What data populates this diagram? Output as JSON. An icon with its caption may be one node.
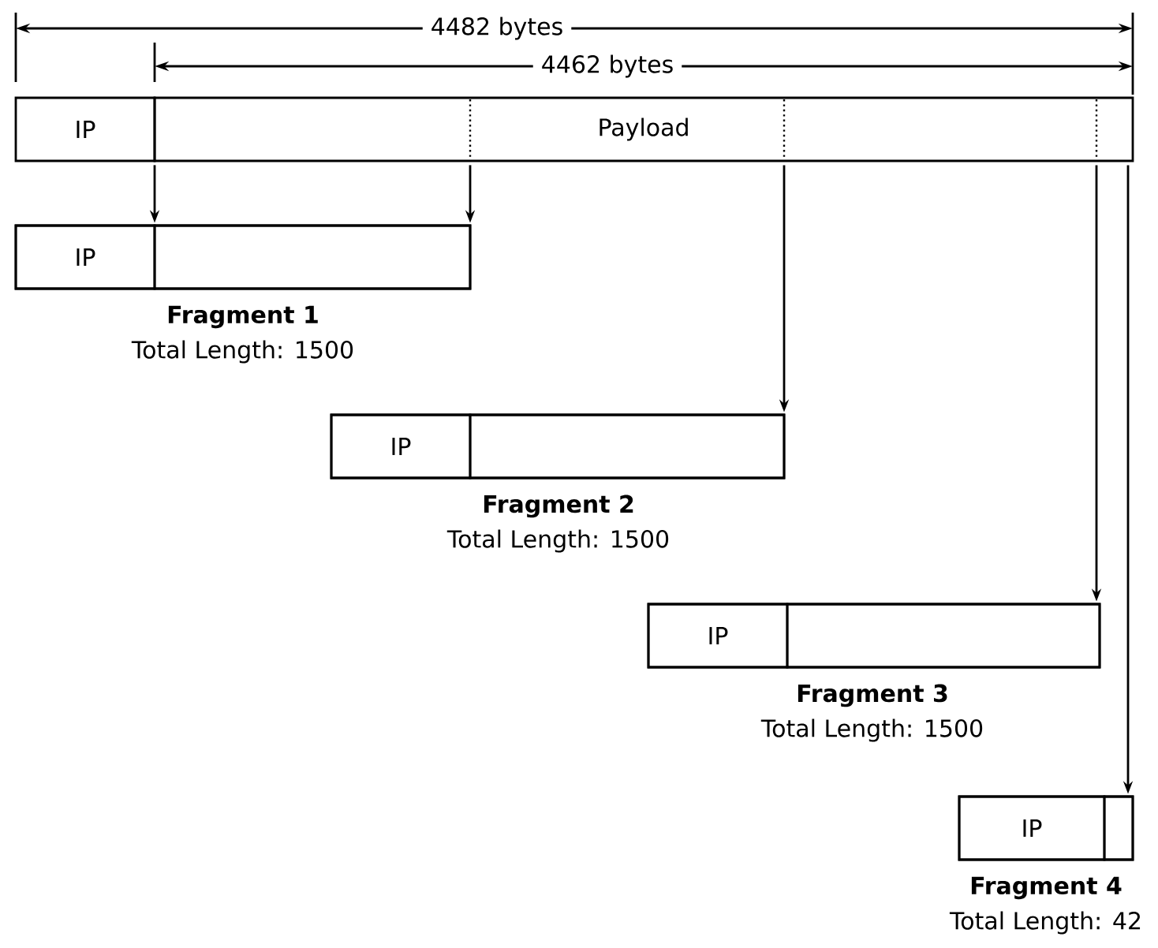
{
  "diagram": {
    "nodes": [
      {
        "text": [
          "IP"
        ]
      },
      {
        "text": [
          "Payload"
        ]
      },
      {
        "text": [
          "Fragment 1",
          "Total Length: 1500"
        ]
      },
      {
        "text": [
          "IP"
        ],
        "in": 2
      },
      {
        "text": [],
        "shape": "box",
        "in": 2
      },
      {
        "text": [
          "Fragment 2",
          "Total Length: 1500"
        ]
      },
      {
        "text": [
          "IP"
        ],
        "in": 5
      },
      {
        "text": [],
        "shape": "box",
        "in": 5
      },
      {
        "text": [
          "Fragment 3",
          "Total Length: 1500"
        ]
      },
      {
        "text": [
          "IP"
        ],
        "in": 8
      },
      {
        "text": [],
        "shape": "box",
        "in": 8
      },
      {
        "text": [
          "Fragment 4",
          "Total Length: 42"
        ]
      },
      {
        "text": [
          "IP"
        ],
        "in": 11
      },
      {
        "text": [],
        "shape": "box",
        "in": 11
      }
    ],
    "edges": [
      {
        "from": 1,
        "to": 4,
        "arrow": "to"
      },
      {
        "from": 1,
        "to": 4,
        "arrow": "to"
      },
      {
        "from": 1,
        "to": 7,
        "arrow": "to"
      },
      {
        "from": 1,
        "to": 10,
        "arrow": "to"
      },
      {
        "from": 1,
        "to": 13,
        "arrow": "to"
      }
    ],
    "labels": [
      "4482 bytes",
      "4462 bytes"
    ]
  }
}
